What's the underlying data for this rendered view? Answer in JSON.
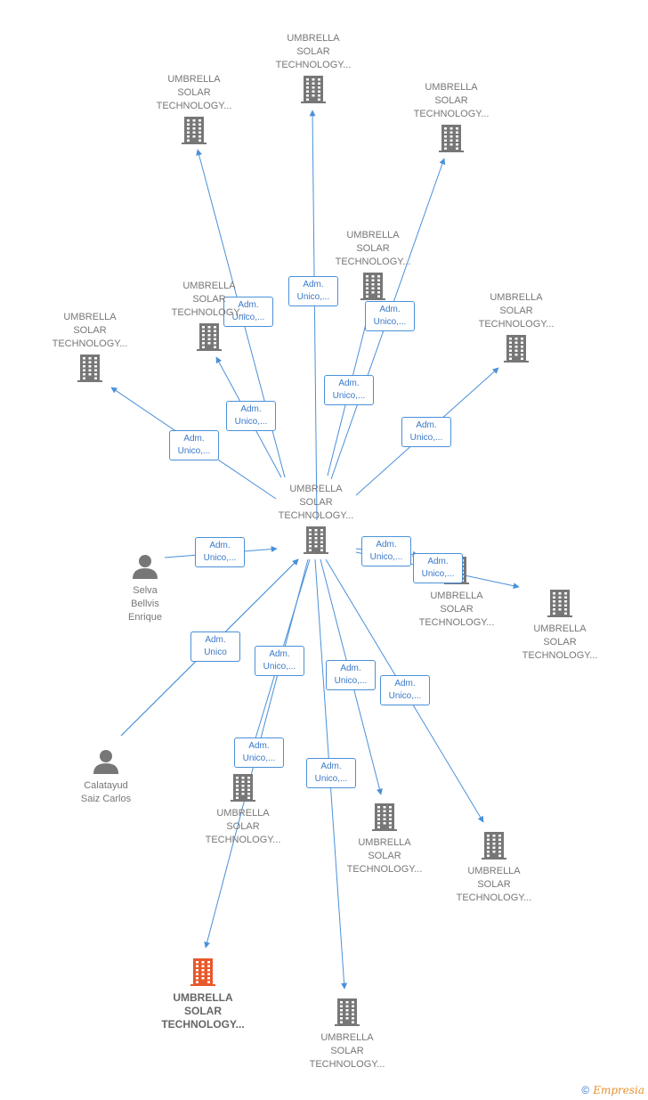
{
  "nodes": [
    {
      "id": "center",
      "kind": "company",
      "lines": [
        "UMBRELLA",
        "SOLAR",
        "TECHNOLOGY..."
      ],
      "color": "#777777",
      "bold": false
    },
    {
      "id": "n1",
      "kind": "company",
      "lines": [
        "UMBRELLA",
        "SOLAR",
        "TECHNOLOGY..."
      ],
      "color": "#777777",
      "bold": false
    },
    {
      "id": "n2",
      "kind": "company",
      "lines": [
        "UMBRELLA",
        "SOLAR",
        "TECHNOLOGY..."
      ],
      "color": "#777777",
      "bold": false
    },
    {
      "id": "n3",
      "kind": "company",
      "lines": [
        "UMBRELLA",
        "SOLAR",
        "TECHNOLOGY..."
      ],
      "color": "#777777",
      "bold": false
    },
    {
      "id": "n4",
      "kind": "company",
      "lines": [
        "UMBRELLA",
        "SOLAR",
        "TECHNOLOGY..."
      ],
      "color": "#777777",
      "bold": false
    },
    {
      "id": "n5",
      "kind": "company",
      "lines": [
        "UMBRELLA",
        "SOLAR",
        "TECHNOLOGY..."
      ],
      "color": "#777777",
      "bold": false
    },
    {
      "id": "n6",
      "kind": "company",
      "lines": [
        "UMBRELLA",
        "SOLAR",
        "TECHNOLOGY..."
      ],
      "color": "#777777",
      "bold": false
    },
    {
      "id": "n7",
      "kind": "company",
      "lines": [
        "UMBRELLA",
        "SOLAR",
        "TECHNOLOGY..."
      ],
      "color": "#777777",
      "bold": false
    },
    {
      "id": "n8",
      "kind": "company",
      "lines": [
        "UMBRELLA",
        "SOLAR",
        "TECHNOLOGY..."
      ],
      "color": "#777777",
      "bold": false
    },
    {
      "id": "n9",
      "kind": "company",
      "lines": [
        "UMBRELLA",
        "SOLAR",
        "TECHNOLOGY..."
      ],
      "color": "#777777",
      "bold": false
    },
    {
      "id": "n10",
      "kind": "company",
      "lines": [
        "UMBRELLA",
        "SOLAR",
        "TECHNOLOGY..."
      ],
      "color": "#777777",
      "bold": false
    },
    {
      "id": "n11",
      "kind": "company",
      "lines": [
        "UMBRELLA",
        "SOLAR",
        "TECHNOLOGY..."
      ],
      "color": "#777777",
      "bold": false
    },
    {
      "id": "n12",
      "kind": "company",
      "lines": [
        "UMBRELLA",
        "SOLAR",
        "TECHNOLOGY..."
      ],
      "color": "#777777",
      "bold": false
    },
    {
      "id": "n13",
      "kind": "company",
      "lines": [
        "UMBRELLA",
        "SOLAR",
        "TECHNOLOGY..."
      ],
      "color": "#777777",
      "bold": false
    },
    {
      "id": "n14",
      "kind": "company",
      "lines": [
        "UMBRELLA",
        "SOLAR",
        "TECHNOLOGY..."
      ],
      "color": "#777777",
      "bold": false
    },
    {
      "id": "n15",
      "kind": "company",
      "lines": [
        "UMBRELLA",
        "SOLAR",
        "TECHNOLOGY..."
      ],
      "color": "#e8582a",
      "bold": true
    },
    {
      "id": "p1",
      "kind": "person",
      "lines": [
        "Selva",
        "Bellvis",
        "Enrique"
      ],
      "color": "#777777",
      "bold": false
    },
    {
      "id": "p2",
      "kind": "person",
      "lines": [
        "Calatayud",
        "Saiz Carlos"
      ],
      "color": "#777777",
      "bold": false
    }
  ],
  "edges": [
    {
      "from": "center",
      "to": "n1",
      "label": [
        "Adm.",
        "Unico,..."
      ]
    },
    {
      "from": "center",
      "to": "n2",
      "label": [
        "Adm.",
        "Unico,..."
      ]
    },
    {
      "from": "center",
      "to": "n3",
      "label": [
        "Adm.",
        "Unico,..."
      ]
    },
    {
      "from": "center",
      "to": "n4",
      "label": [
        "Adm.",
        "Unico,..."
      ]
    },
    {
      "from": "center",
      "to": "n5",
      "label": [
        "Adm.",
        "Unico,..."
      ]
    },
    {
      "from": "center",
      "to": "n6",
      "label": [
        "Adm.",
        "Unico,..."
      ]
    },
    {
      "from": "center",
      "to": "n7",
      "label": [
        "Adm.",
        "Unico,..."
      ]
    },
    {
      "from": "center",
      "to": "n8",
      "label": [
        "Adm.",
        "Unico,..."
      ]
    },
    {
      "from": "center",
      "to": "n9",
      "label": [
        "Adm.",
        "Unico,..."
      ]
    },
    {
      "from": "center",
      "to": "n10",
      "label": [
        "Adm.",
        "Unico,..."
      ]
    },
    {
      "from": "center",
      "to": "n11",
      "label": [
        "Adm.",
        "Unico,..."
      ]
    },
    {
      "from": "center",
      "to": "n12",
      "label": [
        "Adm.",
        "Unico,..."
      ]
    },
    {
      "from": "center",
      "to": "n13",
      "label": [
        "Adm.",
        "Unico,..."
      ]
    },
    {
      "from": "center",
      "to": "n14",
      "label": [
        "Adm.",
        "Unico,..."
      ]
    },
    {
      "from": "center",
      "to": "n15",
      "label": [
        "Adm.",
        "Unico,..."
      ]
    },
    {
      "from": "p1",
      "to": "center",
      "label": [
        "Adm.",
        "Unico,..."
      ]
    },
    {
      "from": "p2",
      "to": "center",
      "label": [
        "Adm.",
        "Unico"
      ]
    }
  ],
  "footer": {
    "copyright": "©",
    "brand": "Empresia"
  },
  "colors": {
    "edge": "#4a90d9",
    "icon": "#777777",
    "highlight": "#e8582a"
  }
}
